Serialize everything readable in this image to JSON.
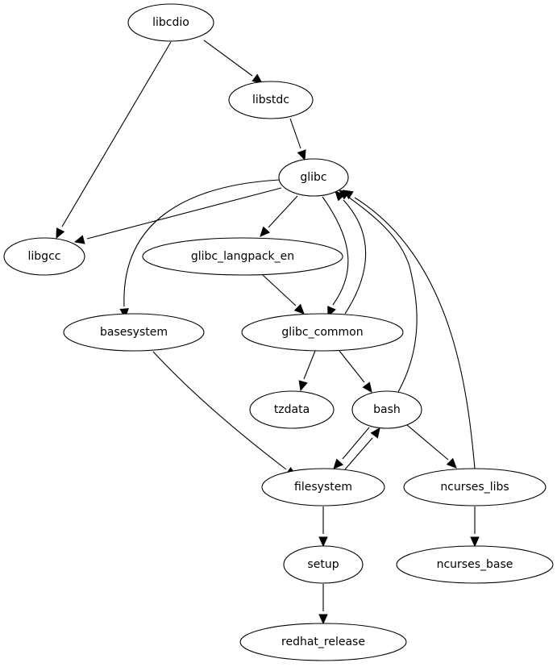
{
  "graph": {
    "type": "directed-dependency-graph",
    "nodes": [
      {
        "id": "libcdio",
        "label": "libcdio"
      },
      {
        "id": "libstdc",
        "label": "libstdc"
      },
      {
        "id": "glibc",
        "label": "glibc"
      },
      {
        "id": "libgcc",
        "label": "libgcc"
      },
      {
        "id": "glibc_langpack_en",
        "label": "glibc_langpack_en"
      },
      {
        "id": "basesystem",
        "label": "basesystem"
      },
      {
        "id": "glibc_common",
        "label": "glibc_common"
      },
      {
        "id": "tzdata",
        "label": "tzdata"
      },
      {
        "id": "bash",
        "label": "bash"
      },
      {
        "id": "filesystem",
        "label": "filesystem"
      },
      {
        "id": "ncurses_libs",
        "label": "ncurses_libs"
      },
      {
        "id": "setup",
        "label": "setup"
      },
      {
        "id": "ncurses_base",
        "label": "ncurses_base"
      },
      {
        "id": "redhat_release",
        "label": "redhat_release"
      }
    ],
    "edges": [
      {
        "from": "libcdio",
        "to": "libstdc"
      },
      {
        "from": "libcdio",
        "to": "libgcc"
      },
      {
        "from": "libstdc",
        "to": "glibc"
      },
      {
        "from": "glibc",
        "to": "libgcc"
      },
      {
        "from": "glibc",
        "to": "basesystem"
      },
      {
        "from": "glibc",
        "to": "glibc_langpack_en"
      },
      {
        "from": "glibc",
        "to": "glibc_common"
      },
      {
        "from": "glibc_common",
        "to": "glibc"
      },
      {
        "from": "glibc_langpack_en",
        "to": "glibc_common"
      },
      {
        "from": "basesystem",
        "to": "filesystem"
      },
      {
        "from": "glibc_common",
        "to": "tzdata"
      },
      {
        "from": "glibc_common",
        "to": "bash"
      },
      {
        "from": "bash",
        "to": "glibc"
      },
      {
        "from": "ncurses_libs",
        "to": "glibc"
      },
      {
        "from": "bash",
        "to": "filesystem"
      },
      {
        "from": "filesystem",
        "to": "bash"
      },
      {
        "from": "bash",
        "to": "ncurses_libs"
      },
      {
        "from": "filesystem",
        "to": "setup"
      },
      {
        "from": "ncurses_libs",
        "to": "ncurses_base"
      },
      {
        "from": "setup",
        "to": "redhat_release"
      }
    ]
  }
}
